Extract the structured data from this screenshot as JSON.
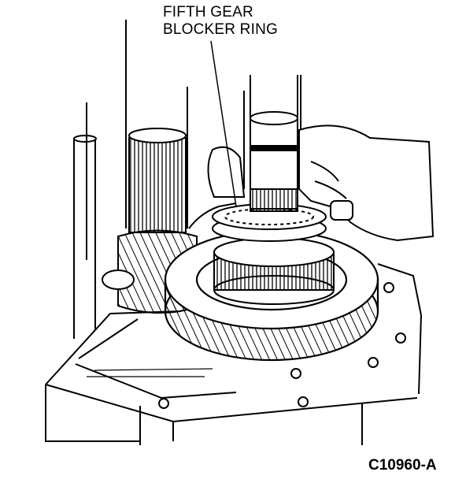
{
  "callout": {
    "line1": "FIFTH GEAR",
    "line2": "BLOCKER RING"
  },
  "figure_id": "C10960-A",
  "colors": {
    "ink": "#000000",
    "paper": "#ffffff"
  }
}
